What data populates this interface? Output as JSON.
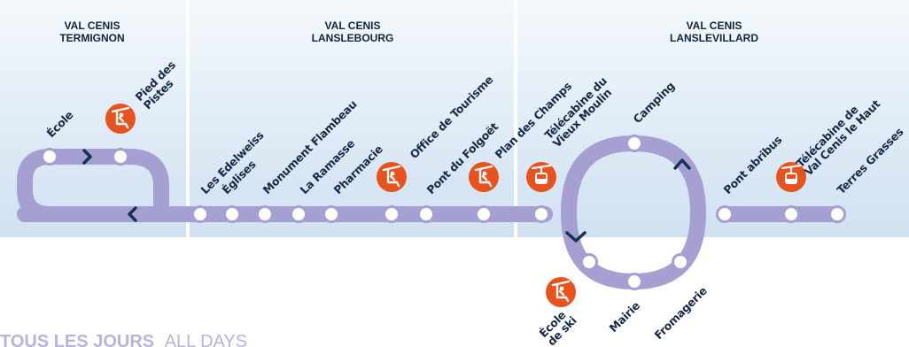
{
  "colors": {
    "route": "#a59fd2",
    "stop_fill": "#ffffff",
    "lift_badge": "#e8521c",
    "arrow": "#143450",
    "zone_bg_top": "#f4f8fc",
    "zone_bg_bottom": "#cfe1f1",
    "footer": "#b9b3dc"
  },
  "zones": [
    {
      "id": "termignon",
      "line1": "VAL CENIS",
      "line2": "TERMIGNON"
    },
    {
      "id": "lanslebourg",
      "line1": "VAL CENIS",
      "line2": "LANSLEBOURG"
    },
    {
      "id": "lanslevillard",
      "line1": "VAL CENIS",
      "line2": "LANSLEVILLARD"
    }
  ],
  "stops": [
    {
      "id": "ecole",
      "label": "École",
      "lines": [
        "École"
      ],
      "icon": null
    },
    {
      "id": "pied-des-pistes",
      "label": "Pied des Pistes",
      "lines": [
        "Pied des",
        "Pistes"
      ],
      "icon": "chairlift-icon"
    },
    {
      "id": "les-edelweiss",
      "label": "Les Edelweiss",
      "lines": [
        "Les Edelweiss"
      ],
      "icon": null
    },
    {
      "id": "eglises",
      "label": "Églises",
      "lines": [
        "Églises"
      ],
      "icon": null
    },
    {
      "id": "monument-flambeau",
      "label": "Monument Flambeau",
      "lines": [
        "Monument Flambeau"
      ],
      "icon": null
    },
    {
      "id": "la-ramasse",
      "label": "La Ramasse",
      "lines": [
        "La Ramasse"
      ],
      "icon": null
    },
    {
      "id": "pharmacie",
      "label": "Pharmacie",
      "lines": [
        "Pharmacie"
      ],
      "icon": null
    },
    {
      "id": "office-de-tourisme",
      "label": "Office de Tourisme",
      "lines": [
        "Office de Tourisme"
      ],
      "icon": "chairlift-icon"
    },
    {
      "id": "pont-du-folgoet",
      "label": "Pont du Folgoët",
      "lines": [
        "Pont du Folgoët"
      ],
      "icon": null
    },
    {
      "id": "plan-des-champs",
      "label": "Plan des Champs",
      "lines": [
        "Plan des Champs"
      ],
      "icon": "chairlift-icon"
    },
    {
      "id": "telecabine-du-vieux-moulin",
      "label": "Télécabine du Vieux Moulin",
      "lines": [
        "Télécabine du",
        "Vieux Moulin"
      ],
      "icon": "gondola-icon"
    },
    {
      "id": "camping",
      "label": "Camping",
      "lines": [
        "Camping"
      ],
      "icon": null
    },
    {
      "id": "ecole-de-ski",
      "label": "École de ski",
      "lines": [
        "École",
        "de ski"
      ],
      "icon": "chairlift-icon"
    },
    {
      "id": "mairie",
      "label": "Mairie",
      "lines": [
        "Mairie"
      ],
      "icon": null
    },
    {
      "id": "fromagerie",
      "label": "Fromagerie",
      "lines": [
        "Fromagerie"
      ],
      "icon": null
    },
    {
      "id": "pont-abribus",
      "label": "Pont abribus",
      "lines": [
        "Pont abribus"
      ],
      "icon": null
    },
    {
      "id": "telecabine-de-val-cenis-le-haut",
      "label": "Télécabine de Val Cenis le Haut",
      "lines": [
        "Télécabine de",
        "Val Cenis le Haut"
      ],
      "icon": "gondola-icon"
    },
    {
      "id": "terres-grasses",
      "label": "Terres Grasses",
      "lines": [
        "Terres Grasses"
      ],
      "icon": null
    }
  ],
  "footer": {
    "main": "TOUS LES JOURS",
    "sub": "ALL DAYS"
  }
}
